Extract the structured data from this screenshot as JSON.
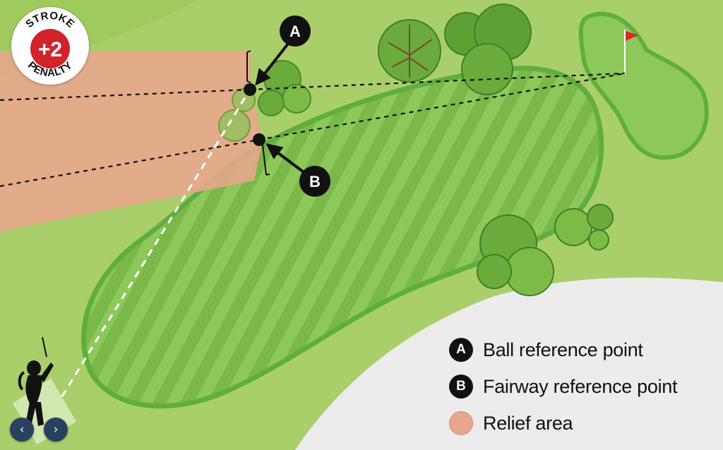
{
  "penalty_badge": {
    "top_text": "STROKE",
    "value": "+2",
    "bottom_text": "PENALTY"
  },
  "markers": {
    "a": "A",
    "b": "B"
  },
  "legend": {
    "items": [
      {
        "marker": "A",
        "label": "Ball reference point"
      },
      {
        "marker": "B",
        "label": "Fairway reference point"
      },
      {
        "marker": "",
        "label": "Relief area"
      }
    ]
  },
  "navigation": {
    "prev_symbol": "‹",
    "next_symbol": "›"
  },
  "colors": {
    "rough": "#a9cf6a",
    "fairway_light": "#8cc85a",
    "fairway_stripe": "#7ab84a",
    "fairway_border": "#5fae3e",
    "relief_area": "#e9a68d",
    "marker": "#111111",
    "badge_red": "#d2232a",
    "flag": "#e0262b",
    "sand_path": "#ececec",
    "nav_button": "#27415f"
  }
}
